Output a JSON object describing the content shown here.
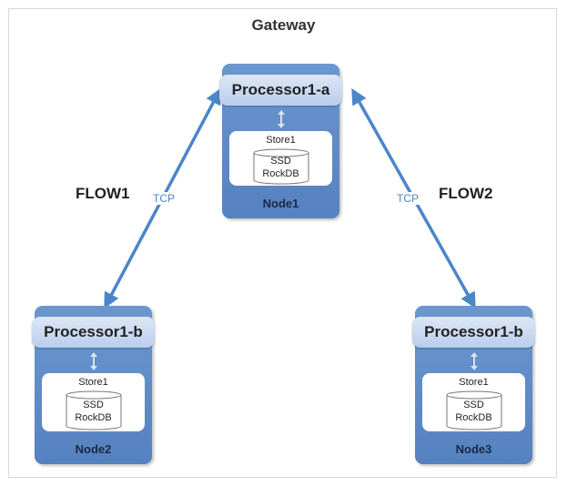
{
  "diagram": {
    "title": "Gateway",
    "flows": [
      "FLOW1",
      "FLOW2"
    ],
    "protocol_label": "TCP",
    "nodes": [
      {
        "processor": "Processor1-a",
        "store": "Store1",
        "disk": "SSD",
        "engine": "RockDB",
        "name": "Node1"
      },
      {
        "processor": "Processor1-b",
        "store": "Store1",
        "disk": "SSD",
        "engine": "RockDB",
        "name": "Node2"
      },
      {
        "processor": "Processor1-b",
        "store": "Store1",
        "disk": "SSD",
        "engine": "RockDB",
        "name": "Node3"
      }
    ],
    "colors": {
      "node": "#5b8bc6",
      "processor": "#c9d8ef",
      "arrow": "#4a86c8"
    }
  }
}
